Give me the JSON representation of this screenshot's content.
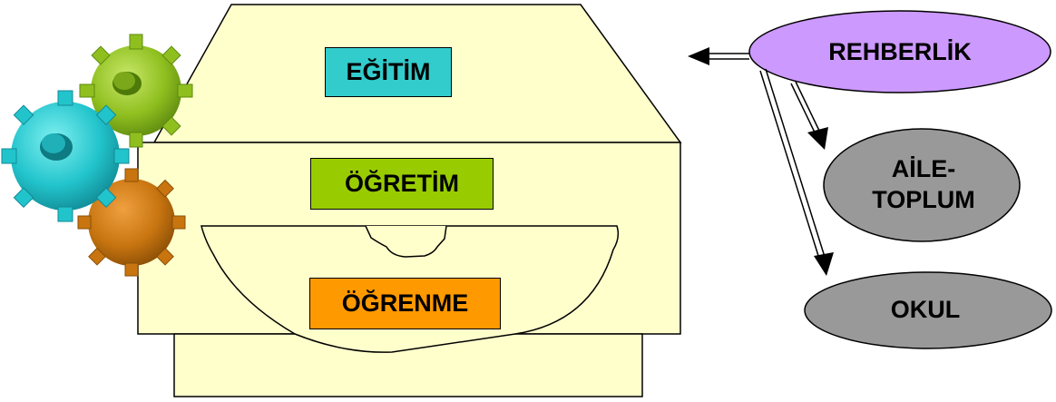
{
  "diagram": {
    "boxes": {
      "egitim": {
        "label": "EĞİTİM",
        "color": "#33cccc"
      },
      "ogretim": {
        "label": "ÖĞRETİM",
        "color": "#99cc00"
      },
      "ogrenme": {
        "label": "ÖĞRENME",
        "color": "#ff9900"
      }
    },
    "nodes": {
      "rehberlik": {
        "label": "REHBERLİK",
        "color": "#cc99ff"
      },
      "aile_toplum": {
        "line1": "AİLE-",
        "line2": "TOPLUM",
        "color": "#999999"
      },
      "okul": {
        "label": "OKUL",
        "color": "#999999"
      }
    },
    "cabinet_color": "#ffffcc",
    "gear_colors": [
      "#99cc33",
      "#33cccc",
      "#cc7a00"
    ]
  }
}
